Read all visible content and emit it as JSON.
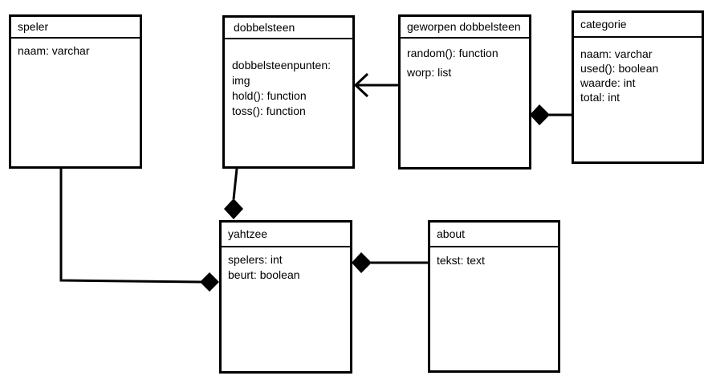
{
  "colors": {
    "line": "#000000",
    "background": "#ffffff",
    "text": "#000000"
  },
  "classes": {
    "speler": {
      "title": "speler",
      "attributes": [
        "naam: varchar"
      ]
    },
    "dobbelsteen": {
      "title": "dobbelsteen",
      "attributes": [
        "dobbelsteenpunten:",
        "img",
        "hold(): function",
        "toss(): function"
      ]
    },
    "geworpen": {
      "title": "geworpen dobbelsteen",
      "attributes": [
        "random(): function",
        "worp: list"
      ]
    },
    "categorie": {
      "title": "categorie",
      "attributes": [
        "naam: varchar",
        "used(): boolean",
        "waarde: int",
        "total: int"
      ]
    },
    "yahtzee": {
      "title": "yahtzee",
      "attributes": [
        "spelers: int",
        "beurt: boolean"
      ]
    },
    "about": {
      "title": "about",
      "attributes": [
        "tekst: text"
      ]
    }
  },
  "relations": [
    {
      "name": "speler-yahtzee",
      "type": "composition"
    },
    {
      "name": "dobbelsteen-yahtzee",
      "type": "composition"
    },
    {
      "name": "about-yahtzee",
      "type": "composition"
    },
    {
      "name": "geworpen-dobbelsteen",
      "type": "association-arrow"
    },
    {
      "name": "categorie-geworpen",
      "type": "composition"
    }
  ]
}
